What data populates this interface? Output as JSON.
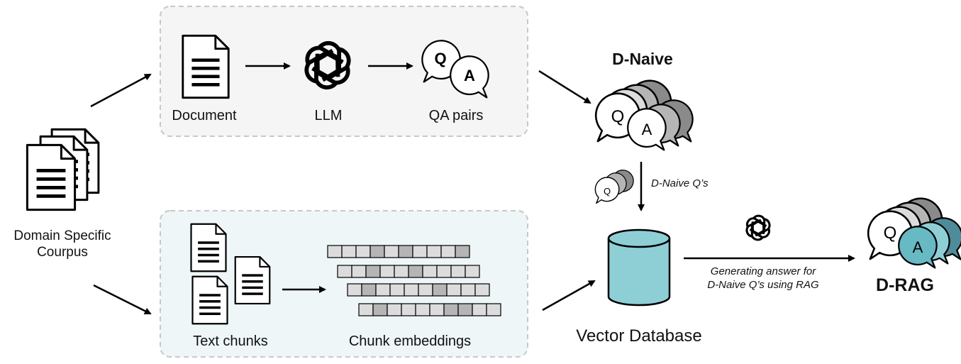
{
  "corpus": {
    "label_line1": "Domain Specific",
    "label_line2": "Courpus"
  },
  "top_pipeline": {
    "document_label": "Document",
    "llm_label": "LLM",
    "qa_label": "QA pairs",
    "q_letter": "Q",
    "a_letter": "A"
  },
  "bottom_pipeline": {
    "chunks_label": "Text chunks",
    "embeddings_label": "Chunk embeddings"
  },
  "d_naive": {
    "title": "D-Naive",
    "q_letter": "Q",
    "a_letter": "A",
    "arrow_label": "D-Naive Q’s"
  },
  "vector_db": {
    "label": "Vector Database"
  },
  "generate": {
    "line1": "Generating answer for",
    "line2": "D-Naive Q’s using RAG"
  },
  "d_rag": {
    "title": "D-RAG",
    "q_letter": "Q",
    "a_letter": "A"
  },
  "colors": {
    "box_fill": "#f5f5f5",
    "box_fill_blue": "#eef6f7",
    "box_border": "#c8c8c8",
    "cylinder_fill": "#8ecfd6",
    "rag_a_fill": "#67b9c4",
    "rag_back_fill": "#4e8c99",
    "gray_dark": "#8a8a8a",
    "gray_mid": "#b5b5b5",
    "gray_light": "#dcdcdc"
  }
}
